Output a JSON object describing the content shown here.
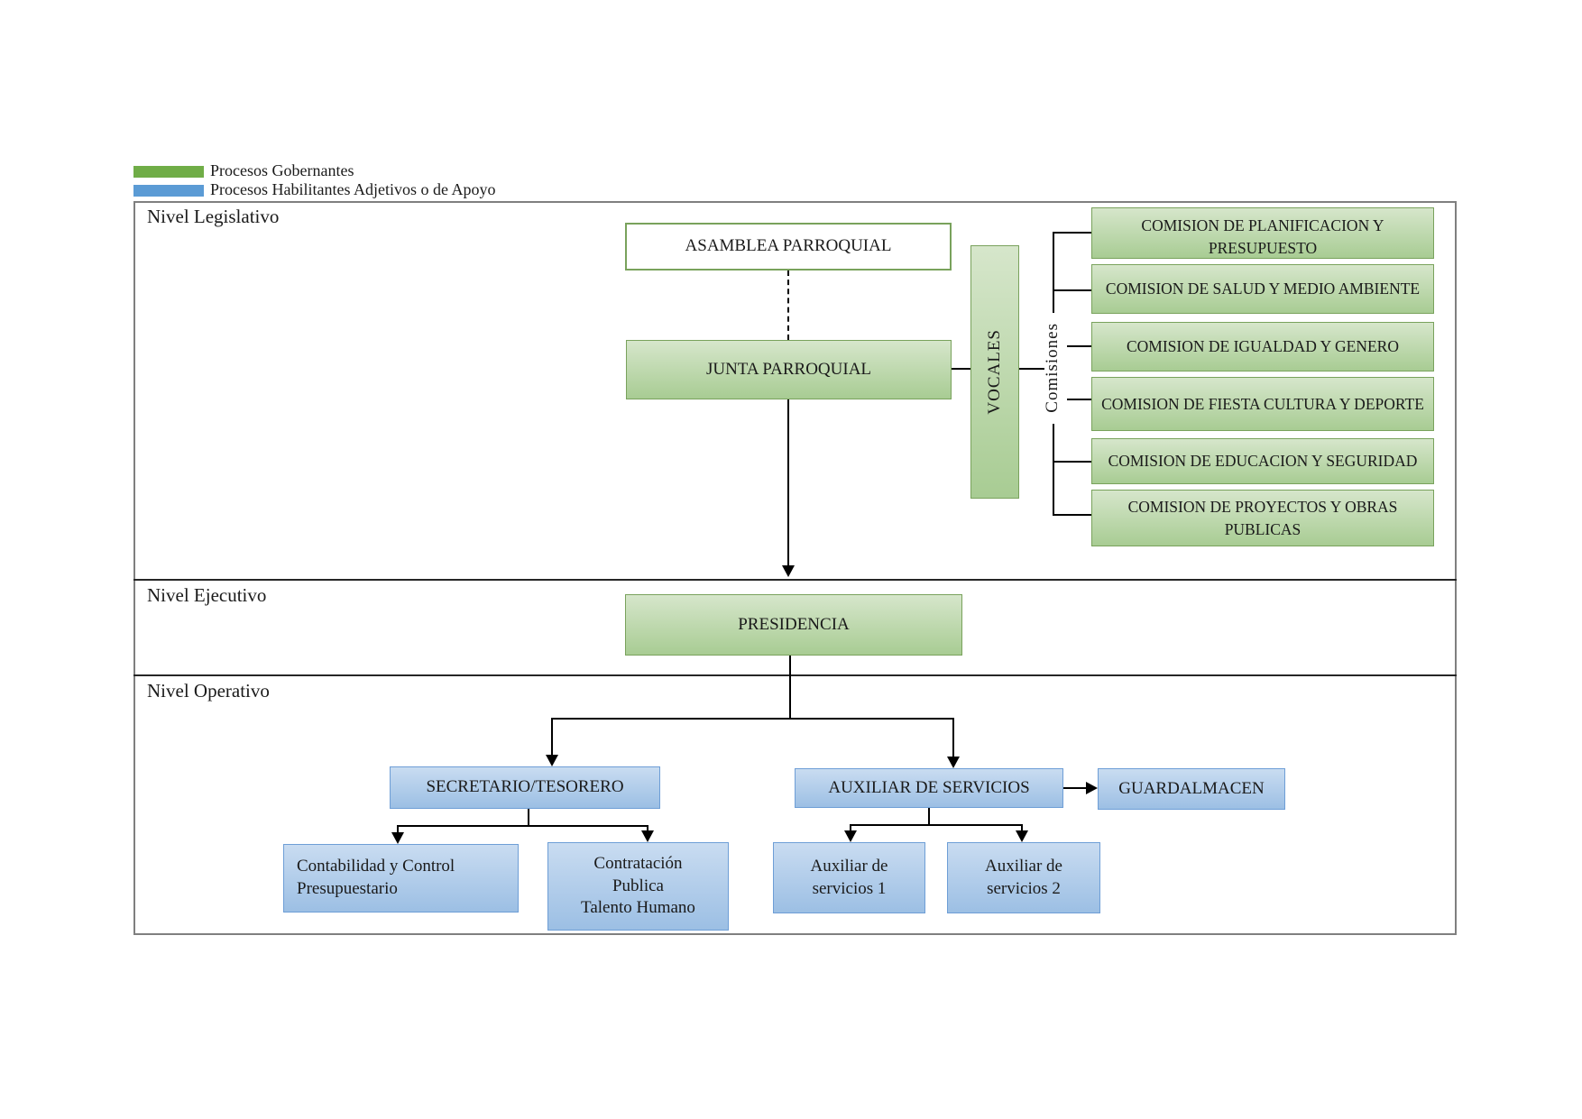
{
  "legend": {
    "items": [
      {
        "label": "Procesos Gobernantes",
        "color": "#70ad47"
      },
      {
        "label": "Procesos Habilitantes Adjetivos o de Apoyo",
        "color": "#5b9bd5"
      }
    ]
  },
  "levels": [
    {
      "label": "Nivel Legislativo"
    },
    {
      "label": "Nivel Ejecutivo"
    },
    {
      "label": "Nivel Operativo"
    }
  ],
  "nodes": {
    "asamblea": "ASAMBLEA PARROQUIAL",
    "junta": "JUNTA PARROQUIAL",
    "vocales": "VOCALES",
    "comisiones": "Comisiones",
    "presidencia": "PRESIDENCIA",
    "secretario": "SECRETARIO/TESORERO",
    "auxiliar": "AUXILIAR DE SERVICIOS",
    "guardalmacen": "GUARDALMACEN",
    "contabilidad": "Contabilidad y Control\nPresupuestario",
    "contratacion": "Contratación\nPublica\nTalento Humano",
    "aux1": "Auxiliar de\nservicios 1",
    "aux2": "Auxiliar de\nservicios 2"
  },
  "commissions": [
    {
      "label": "COMISION DE PLANIFICACION Y PRESUPUESTO"
    },
    {
      "label": "COMISION DE SALUD Y MEDIO AMBIENTE"
    },
    {
      "label": "COMISION DE IGUALDAD Y GENERO"
    },
    {
      "label": "COMISION DE FIESTA CULTURA Y DEPORTE"
    },
    {
      "label": "COMISION DE EDUCACION Y SEGURIDAD"
    },
    {
      "label": "COMISION DE PROYECTOS Y OBRAS PUBLICAS"
    }
  ],
  "colors": {
    "governing_fill_top": "#d6e6cb",
    "governing_fill_bottom": "#a8cc93",
    "governing_border": "#79a25c",
    "support_fill_top": "#c9dcf1",
    "support_fill_bottom": "#9cbfe4",
    "support_border": "#6e9ed6",
    "frame_border": "#7f7f7f",
    "connector": "#000000"
  }
}
